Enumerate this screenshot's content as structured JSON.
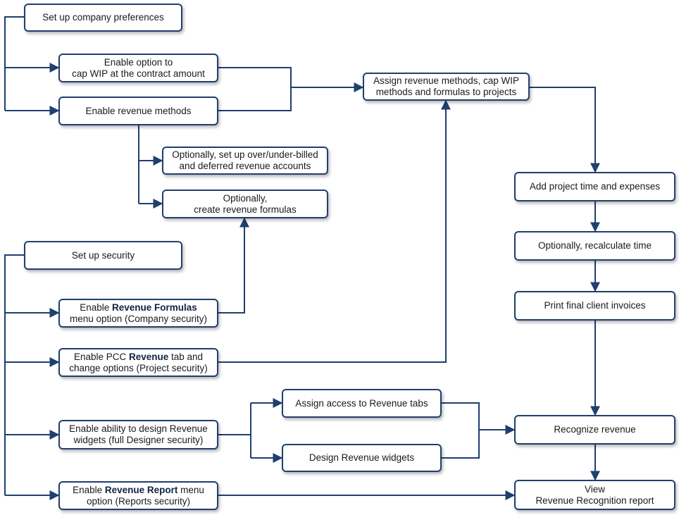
{
  "colors": {
    "line": "#1f3f6e",
    "border": "#1f3f6e",
    "background": "#ffffff"
  },
  "nodes": {
    "company_prefs": "Set up company preferences",
    "cap_wip": {
      "line1": "Enable option to",
      "line2": "cap WIP at the contract amount"
    },
    "enable_rev_methods": "Enable revenue methods",
    "assign_rev_methods": {
      "line1": "Assign revenue methods, cap WIP",
      "line2": "methods and formulas to projects"
    },
    "over_under": {
      "line1": "Optionally, set up over/under-billed",
      "line2": "and deferred revenue accounts"
    },
    "rev_formulas": {
      "line1": "Optionally,",
      "line2": "create revenue formulas"
    },
    "security": "Set up security",
    "enable_formulas_menu": {
      "pre": "Enable ",
      "bold": "Revenue Formulas",
      "line2": "menu option (Company security)"
    },
    "enable_pcc_tab": {
      "pre": "Enable PCC ",
      "bold": "Revenue",
      "post": " tab and",
      "line2": "change options (Project security)"
    },
    "design_widgets_ability": {
      "line1": "Enable ability to design Revenue",
      "line2": "widgets (full Designer security)"
    },
    "assign_tab_access": "Assign access to Revenue tabs",
    "design_widgets": "Design Revenue widgets",
    "enable_report_menu": {
      "pre": "Enable ",
      "bold": "Revenue Report",
      "post": " menu",
      "line2": "option (Reports security)"
    },
    "add_time": "Add project time and expenses",
    "recalc_time": "Optionally, recalculate time",
    "print_invoices": "Print final client invoices",
    "recognize_revenue": "Recognize revenue",
    "view_report": {
      "line1": "View",
      "line2": "Revenue Recognition report"
    }
  }
}
